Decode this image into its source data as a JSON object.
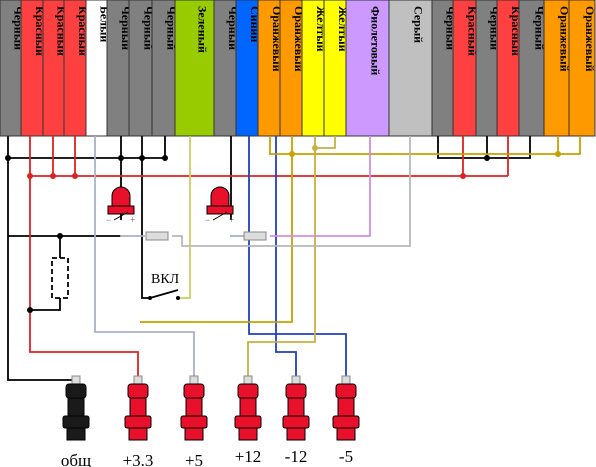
{
  "connector": {
    "pins": [
      {
        "label": "Черный",
        "color": "#808080",
        "text": "#000000"
      },
      {
        "label": "Красный",
        "color": "#ff4040",
        "text": "#000000"
      },
      {
        "label": "Красный",
        "color": "#ff4040",
        "text": "#000000"
      },
      {
        "label": "Красный",
        "color": "#ff4040",
        "text": "#000000"
      },
      {
        "label": "Белый",
        "color": "#ffffff",
        "text": "#000000"
      },
      {
        "label": "Черный",
        "color": "#808080",
        "text": "#000000"
      },
      {
        "label": "Черный",
        "color": "#808080",
        "text": "#000000"
      },
      {
        "label": "Черный",
        "color": "#808080",
        "text": "#000000"
      },
      {
        "label": "Зеленый",
        "color": "#99cc00",
        "text": "#000000"
      },
      {
        "label": "Черный",
        "color": "#808080",
        "text": "#000000"
      },
      {
        "label": "Синий",
        "color": "#0066ff",
        "text": "#000000"
      },
      {
        "label": "Оранжевый",
        "color": "#ff9900",
        "text": "#000000"
      },
      {
        "label": "Оранжевый",
        "color": "#ff9900",
        "text": "#000000"
      },
      {
        "label": "Желтый",
        "color": "#ffff00",
        "text": "#000000"
      },
      {
        "label": "Желтый",
        "color": "#ffff00",
        "text": "#000000"
      },
      {
        "label": "Фиолетовый",
        "color": "#cc99ff",
        "text": "#000000"
      },
      {
        "label": "Серый",
        "color": "#c0c0c0",
        "text": "#000000"
      },
      {
        "label": "Черный",
        "color": "#808080",
        "text": "#000000"
      },
      {
        "label": "Красный",
        "color": "#ff4040",
        "text": "#000000"
      },
      {
        "label": "Черный",
        "color": "#808080",
        "text": "#000000"
      },
      {
        "label": "Красный",
        "color": "#ff4040",
        "text": "#000000"
      },
      {
        "label": "Черный",
        "color": "#808080",
        "text": "#000000"
      },
      {
        "label": "Оранжевый",
        "color": "#ff9900",
        "text": "#000000"
      },
      {
        "label": "Оранжевый",
        "color": "#ff9900",
        "text": "#000000"
      }
    ]
  },
  "switch": {
    "label": "ВКЛ"
  },
  "terminals": [
    {
      "label": "общ",
      "color": "#1a1a1a"
    },
    {
      "label": "+3.3",
      "color": "#e8102a"
    },
    {
      "label": "+5",
      "color": "#e8102a"
    },
    {
      "label": "+12",
      "color": "#e8102a"
    },
    {
      "label": "-12",
      "color": "#e8102a"
    },
    {
      "label": "-5",
      "color": "#e8102a"
    }
  ],
  "wire_colors": {
    "black": "#000000",
    "red": "#e02020",
    "white": "#aab0c8",
    "green": "#c8d060",
    "blue": "#2040c0",
    "orange": "#c8a000",
    "yellow": "#c8b040",
    "purple": "#d090e0",
    "gray": "#b8b8b8",
    "dark_blue": "#203060"
  }
}
